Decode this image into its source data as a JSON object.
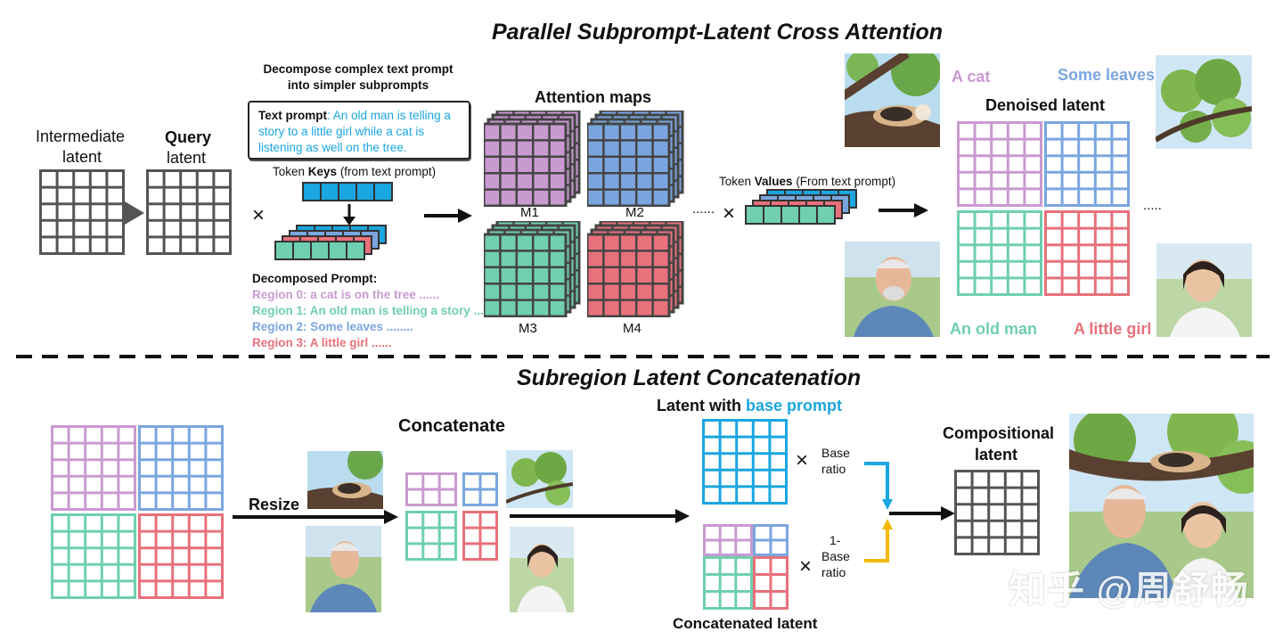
{
  "titles": {
    "top": "Parallel Subprompt-Latent Cross Attention",
    "bottom": "Subregion Latent Concatenation"
  },
  "labels": {
    "intermediate_latent_1": "Intermediate",
    "intermediate_latent_2": "latent",
    "query_1": "Query",
    "query_2": "latent",
    "decompose_1": "Decompose complex text prompt",
    "decompose_2": "into simpler subprompts",
    "token_keys_bold": "Keys",
    "token_keys_pre": "Token ",
    "token_keys_post": " (from text prompt)",
    "decomposed_prompt": "Decomposed Prompt:",
    "attention_maps": "Attention maps",
    "m1": "M1",
    "m2": "M2",
    "m3": "M3",
    "m4": "M4",
    "dots_mid": "......",
    "token_values_pre": "Token ",
    "token_values_bold": "Values",
    "token_values_post": " (From text prompt)",
    "denoised_latent": "Denoised latent",
    "dots_right": ".....",
    "a_cat": "A cat",
    "some_leaves": "Some leaves",
    "an_old_man": "An old man",
    "a_little_girl": "A little girl",
    "resize": "Resize",
    "concatenate": "Concatenate",
    "latent_with_pre": "Latent with ",
    "latent_with_accent": "base prompt",
    "base_ratio_1": "Base",
    "base_ratio_2": "ratio",
    "one_minus_1": "1-",
    "one_minus_2": "Base",
    "one_minus_3": "ratio",
    "concatenated_latent": "Concatenated latent",
    "compositional_1": "Compositional",
    "compositional_2": "latent",
    "times": "×"
  },
  "text_prompt": {
    "label": "Text prompt",
    "sep": ": ",
    "body": "An old man is telling a story to a little girl while a cat is listening as well on the tree."
  },
  "regions": [
    {
      "text": "Region 0: a cat is on the tree ......",
      "color": "#c99ad0"
    },
    {
      "text": "Region 1: An old man is telling a story ......",
      "color": "#6fcfb0"
    },
    {
      "text": "Region 2: Some leaves ........",
      "color": "#7aa6df"
    },
    {
      "text": "Region 3: A little girl ......",
      "color": "#e8717b"
    }
  ],
  "colors": {
    "gray": "#555555",
    "purple": "#c99ad0",
    "blue": "#7aa6df",
    "green": "#6fcfb0",
    "red": "#e8717b",
    "cyan": "#1aa6e0",
    "yellow": "#f5b800"
  },
  "watermark": "知乎 @周舒畅"
}
